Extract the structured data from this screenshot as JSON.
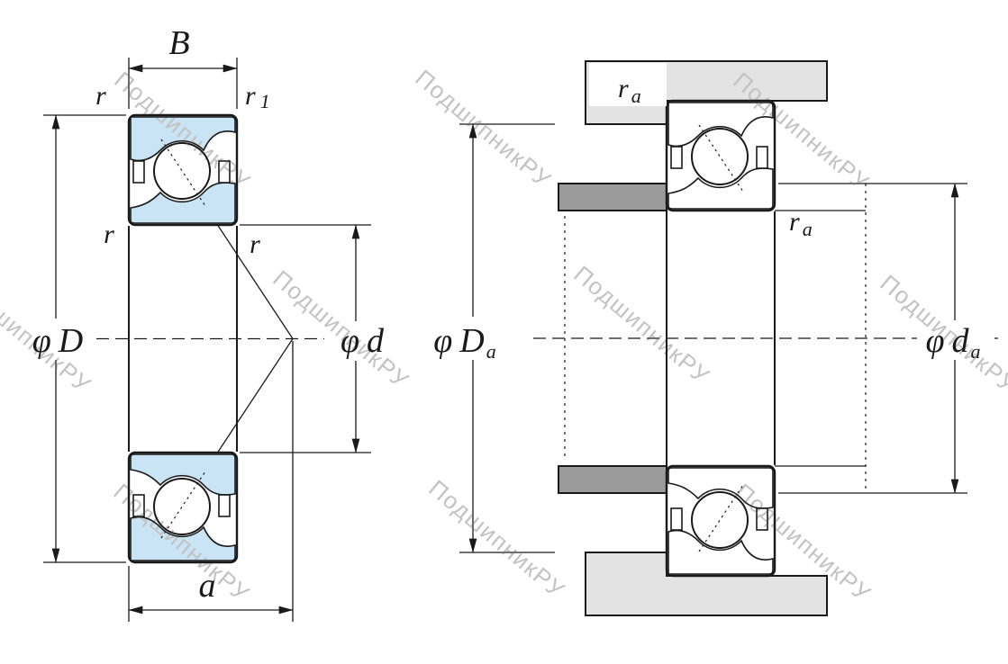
{
  "watermark": {
    "text": "ПодшипникРУ"
  },
  "symbols": {
    "phi": "φ",
    "sub_one": "1",
    "sub_a": "a"
  },
  "left_view": {
    "labels": {
      "width": "B",
      "outer_chamfer_top_left": "r",
      "outer_chamfer_top_right": "r",
      "inner_chamfer_left": "r",
      "inner_chamfer_right": "r",
      "outer_diameter": "D",
      "bore_diameter": "d",
      "pressure_center_distance": "a"
    }
  },
  "right_view": {
    "labels": {
      "housing_fillet_radius": "r",
      "shaft_fillet_radius": "r",
      "housing_shoulder_diameter": "D",
      "shaft_shoulder_diameter": "d"
    }
  },
  "colors": {
    "line": "#1a1a1a",
    "ring_fill_left": "#c9e4f4",
    "ring_fill_right": "#ffffff",
    "housing_fill": "#e3e3e3",
    "shaft_fill": "#9b9b9b",
    "watermark": "#c3c3c3"
  }
}
